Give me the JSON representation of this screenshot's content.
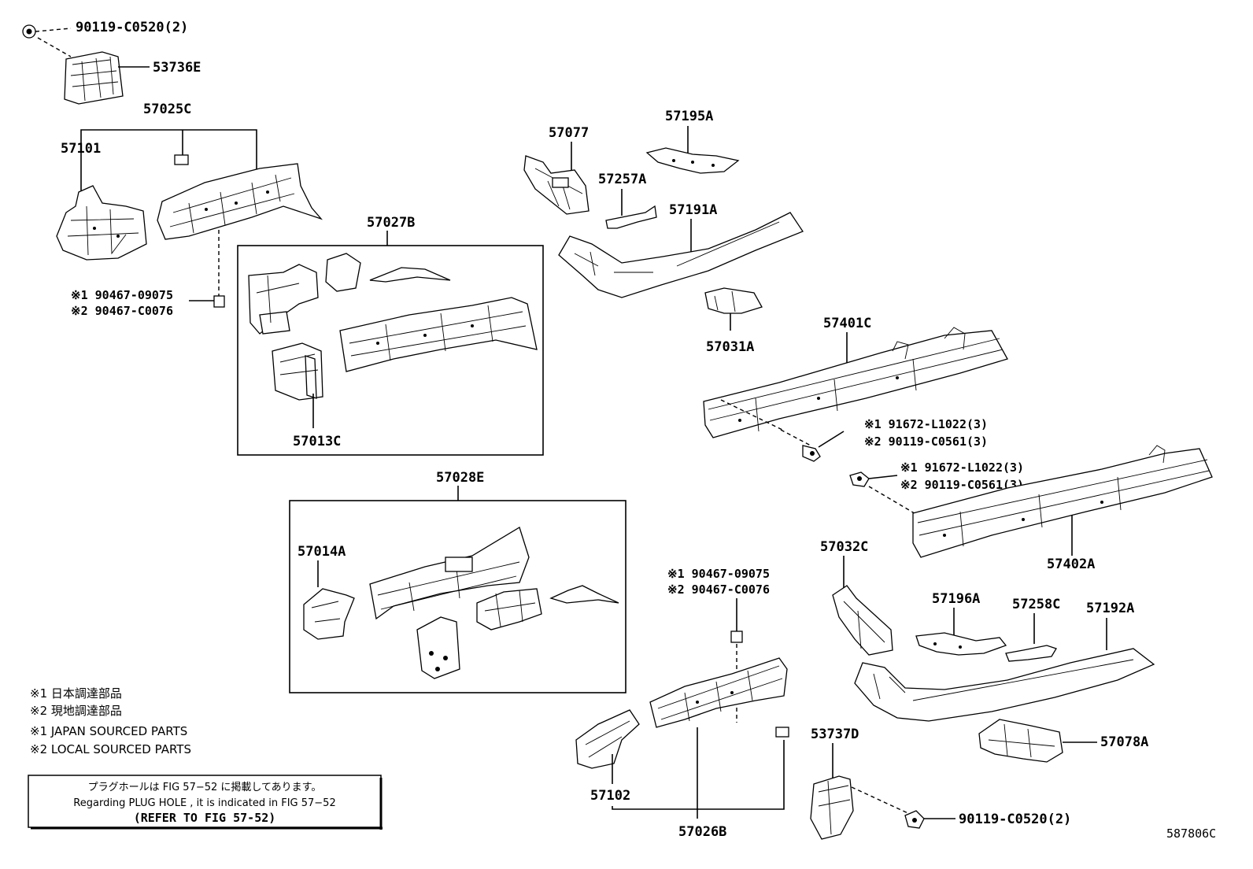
{
  "diagram": {
    "figure_id": "587806C",
    "parts": {
      "p90119_top": "90119-C0520(2)",
      "p53736E": "53736E",
      "p57025C": "57025C",
      "p57101": "57101",
      "p90467_a1": "※1 90467-09075",
      "p90467_a2": "※2 90467-C0076",
      "p57027B": "57027B",
      "p57013C": "57013C",
      "p57077": "57077",
      "p57195A": "57195A",
      "p57257A": "57257A",
      "p57191A": "57191A",
      "p57031A": "57031A",
      "p57401C": "57401C",
      "p91672_a1": "※1 91672-L1022(3)",
      "p90119_a2": "※2 90119-C0561(3)",
      "p91672_b1": "※1 91672-L1022(3)",
      "p90119_b2": "※2 90119-C0561(3)",
      "p57402A": "57402A",
      "p57028E": "57028E",
      "p57014A": "57014A",
      "p90467_b1": "※1 90467-09075",
      "p90467_b2": "※2 90467-C0076",
      "p57032C": "57032C",
      "p57196A": "57196A",
      "p57258C": "57258C",
      "p57192A": "57192A",
      "p57078A": "57078A",
      "p53737D": "53737D",
      "p57102": "57102",
      "p57026B": "57026B",
      "p90119_bottom": "90119-C0520(2)"
    },
    "legend": {
      "jp1": "※1 日本調達部品",
      "jp2": "※2 現地調達部品",
      "en1": "※1 JAPAN SOURCED PARTS",
      "en2": "※2 LOCAL SOURCED PARTS"
    },
    "notice": {
      "line1": "プラグホールは FIG  57−52 に掲載してあります。",
      "line2": "Regarding  PLUG  HOLE , it is indicated in FIG  57−52",
      "line3": "(REFER  TO  FIG  57-52)"
    }
  }
}
